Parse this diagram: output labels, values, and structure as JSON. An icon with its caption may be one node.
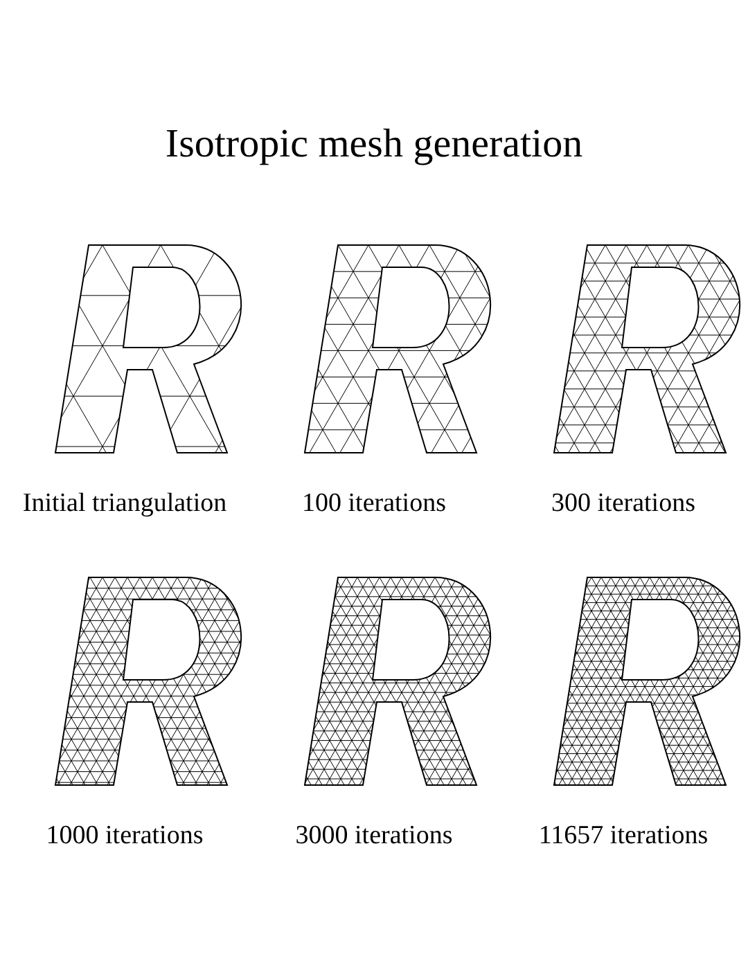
{
  "diagram": {
    "title": "Isotropic mesh generation",
    "labels": [
      "Initial triangulation",
      "100 iterations",
      "300 iterations",
      "1000 iterations",
      "3000 iterations",
      "11657 iterations"
    ]
  }
}
